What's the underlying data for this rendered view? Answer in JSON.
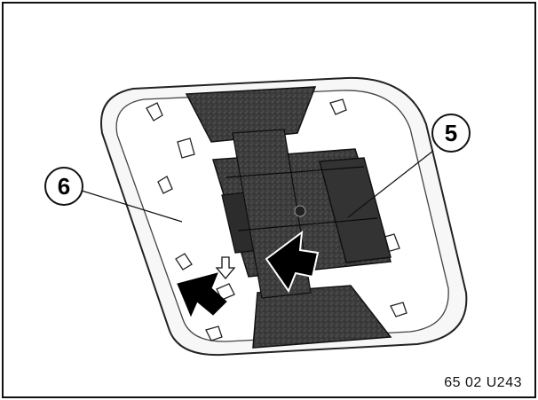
{
  "figure": {
    "callouts": [
      {
        "id": "callout-6",
        "label": "6"
      },
      {
        "id": "callout-5",
        "label": "5"
      }
    ],
    "reference_code": "65 02 U243",
    "colors": {
      "ink": "#111111",
      "housing_fill": "#3a3a3a",
      "frame_fill": "#f4f4f4",
      "arrow": "#000000"
    }
  }
}
